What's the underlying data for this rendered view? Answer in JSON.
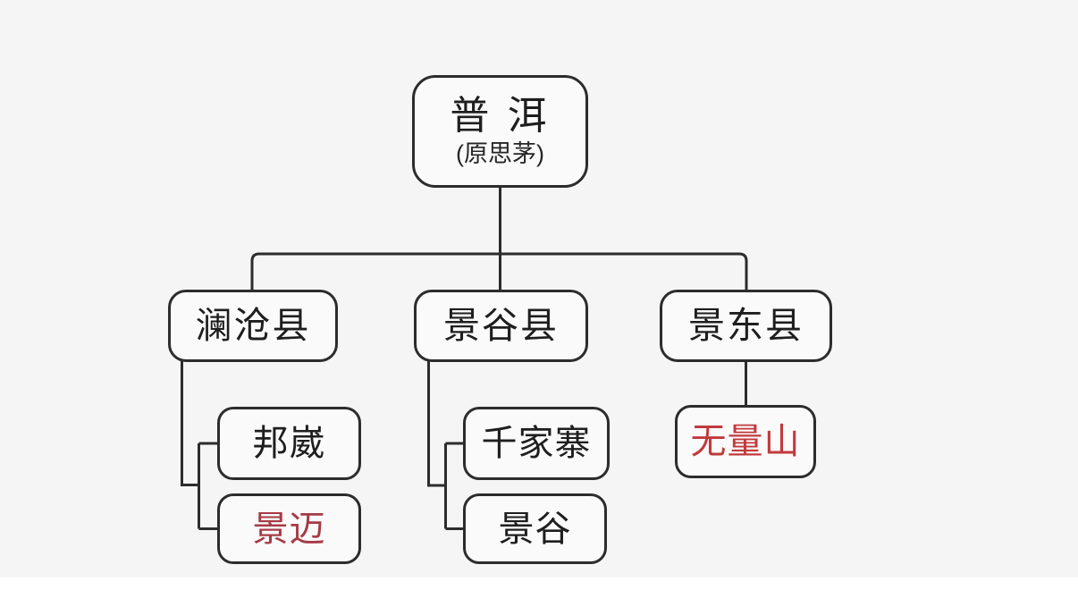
{
  "diagram": {
    "title_area": {
      "root": {
        "title": "普 洱",
        "subtitle": "(原思茅)"
      }
    },
    "counties": [
      {
        "label": "澜沧县",
        "color": "#1e1e1e"
      },
      {
        "label": "景谷县",
        "color": "#1e1e1e"
      },
      {
        "label": "景东县",
        "color": "#1e1e1e"
      }
    ],
    "leaves": [
      {
        "label": "邦崴",
        "parent": "澜沧县",
        "color": "#1e1e1e"
      },
      {
        "label": "景迈",
        "parent": "澜沧县",
        "color": "#a63b46"
      },
      {
        "label": "千家寨",
        "parent": "景谷县",
        "color": "#1e1e1e"
      },
      {
        "label": "景谷",
        "parent": "景谷县",
        "color": "#1e1e1e"
      },
      {
        "label": "无量山",
        "parent": "景东县",
        "color": "#c13a3c"
      }
    ],
    "colors": {
      "background": "#f6f5f6",
      "node_fill": "#fbfafb",
      "line": "#2c2c2c",
      "text_default": "#1e1e1e",
      "text_highlight_dark_red": "#a63b46",
      "text_highlight_red": "#c13a3c"
    }
  }
}
